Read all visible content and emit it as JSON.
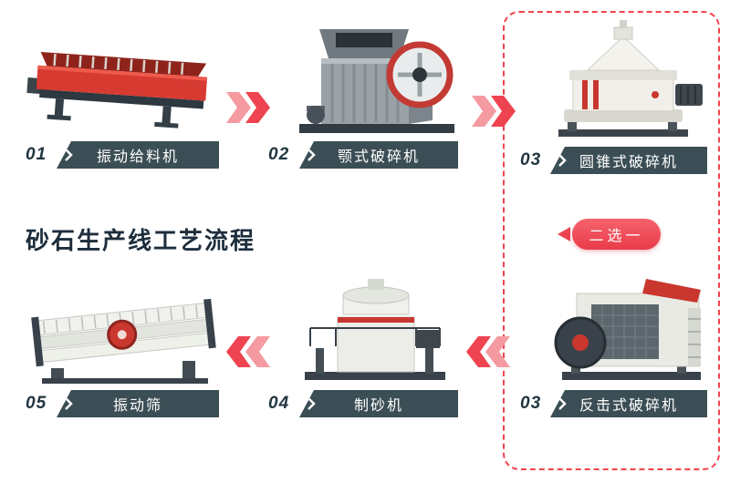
{
  "title": {
    "text": "砂石生产线工艺流程"
  },
  "colors": {
    "accent_red": "#f2434f",
    "arrow_light": "#f59aa0",
    "arrow_dark": "#ee4350",
    "ribbon_bg": "#3b4e55",
    "number_color": "#223540",
    "title_color": "#1d2d3c",
    "machine_red": "#c9372e",
    "machine_dark": "#39424a"
  },
  "steps": [
    {
      "number": "01",
      "label": "振动给料机",
      "machine": "vibrating-feeder"
    },
    {
      "number": "02",
      "label": "颚式破碎机",
      "machine": "jaw-crusher"
    },
    {
      "number": "03",
      "label": "圆锥式破碎机",
      "machine": "cone-crusher"
    },
    {
      "number": "03",
      "label": "反击式破碎机",
      "machine": "impact-crusher"
    },
    {
      "number": "04",
      "label": "制砂机",
      "machine": "sand-making-machine"
    },
    {
      "number": "05",
      "label": "振动筛",
      "machine": "vibrating-screen"
    }
  ],
  "choice_badge": {
    "label": "二选一"
  }
}
